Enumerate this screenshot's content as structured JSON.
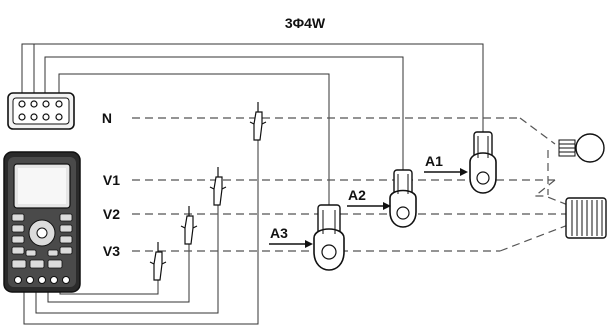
{
  "title": "3Φ4W",
  "lines": {
    "n": "N",
    "v1": "V1",
    "v2": "V2",
    "v3": "V3"
  },
  "clamps": {
    "a1": "A1",
    "a2": "A2",
    "a3": "A3"
  }
}
